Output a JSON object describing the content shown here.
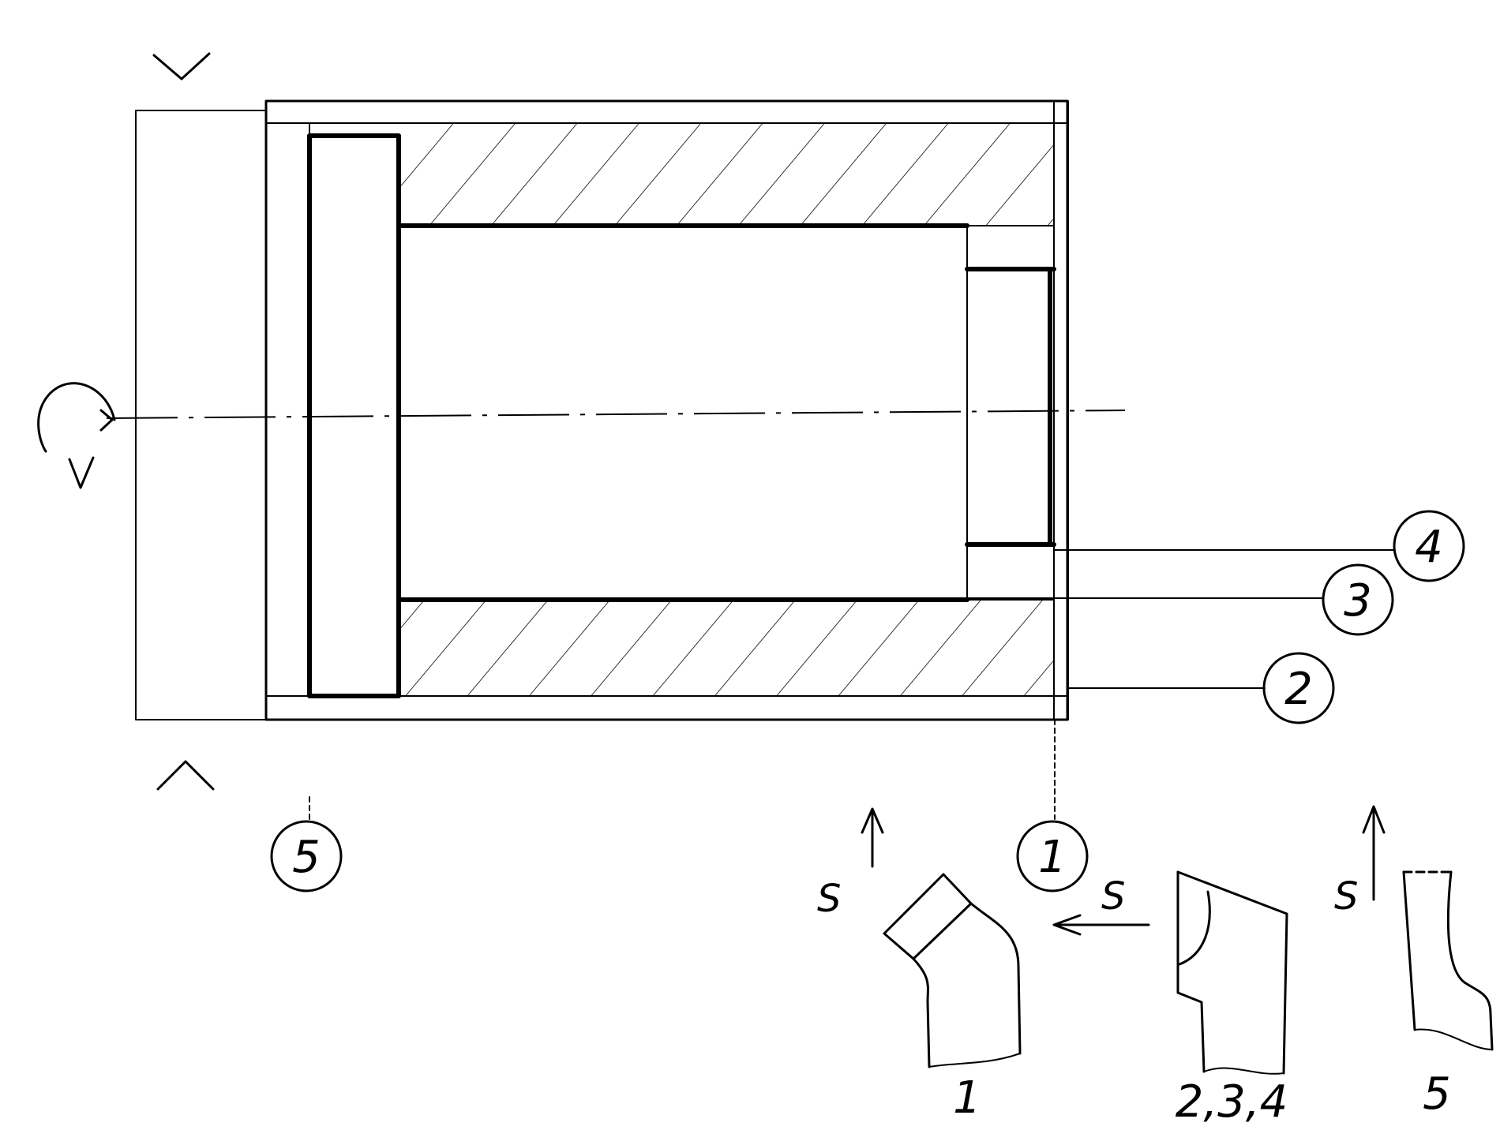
{
  "surface_callouts": [
    "1",
    "2",
    "3",
    "4",
    "5"
  ],
  "feed_labels": {
    "tool1": "S",
    "tool2": "S",
    "tool3": "S"
  },
  "tool_captions": [
    "1",
    "2,3,4",
    "5"
  ]
}
